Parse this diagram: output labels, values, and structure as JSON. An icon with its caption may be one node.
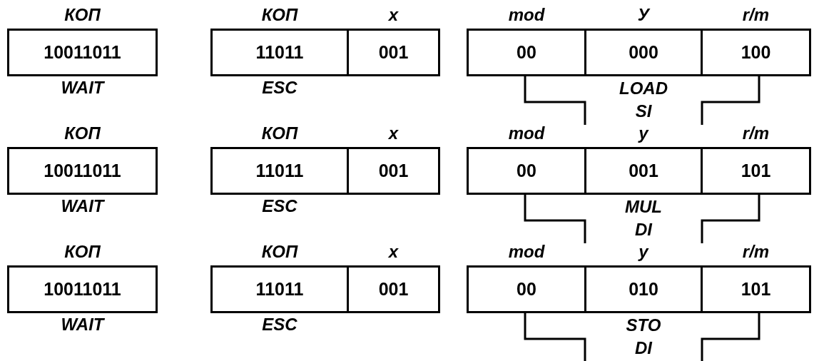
{
  "diagram": {
    "nodes": [
      {
        "text": [
          "10011011"
        ],
        "beside": [
          "КОП",
          "WAIT"
        ]
      },
      {
        "text": [
          "11011"
        ],
        "beside": [
          "КОП",
          "ESC"
        ]
      },
      {
        "text": [
          "001"
        ],
        "beside": [
          "x"
        ]
      },
      {
        "text": [
          "00"
        ],
        "beside": [
          "mod"
        ]
      },
      {
        "text": [
          "000"
        ],
        "beside": [
          "У"
        ]
      },
      {
        "text": [
          "100"
        ],
        "beside": [
          "r/m"
        ]
      },
      {
        "text": [
          "10011011"
        ],
        "beside": [
          "КОП",
          "WAIT"
        ]
      },
      {
        "text": [
          "11011"
        ],
        "beside": [
          "КОП",
          "ESC"
        ]
      },
      {
        "text": [
          "001"
        ],
        "beside": [
          "x"
        ]
      },
      {
        "text": [
          "00"
        ],
        "beside": [
          "mod"
        ]
      },
      {
        "text": [
          "001"
        ],
        "beside": [
          "y"
        ]
      },
      {
        "text": [
          "101"
        ],
        "beside": [
          "r/m"
        ]
      },
      {
        "text": [
          "10011011"
        ],
        "beside": [
          "КОП",
          "WAIT"
        ]
      },
      {
        "text": [
          "11011"
        ],
        "beside": [
          "КОП",
          "ESC"
        ]
      },
      {
        "text": [
          "001"
        ],
        "beside": [
          "x"
        ]
      },
      {
        "text": [
          "00"
        ],
        "beside": [
          "mod"
        ]
      },
      {
        "text": [
          "010"
        ],
        "beside": [
          "y"
        ]
      },
      {
        "text": [
          "101"
        ],
        "beside": [
          "r/m"
        ]
      }
    ],
    "labels": [
      "LOAD",
      "SI",
      "MUL",
      "DI",
      "STO",
      "DI"
    ]
  }
}
